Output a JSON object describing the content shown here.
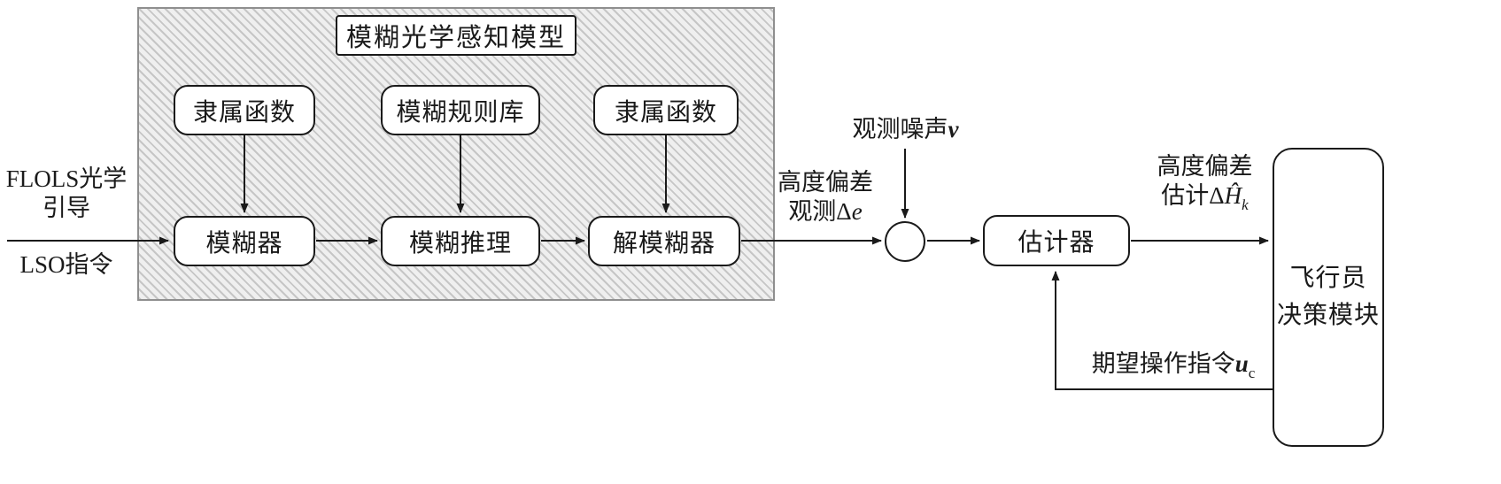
{
  "colors": {
    "line": "#1a1a1a",
    "box_fill": "#ffffff",
    "hatch_dark": "#c6c6c6",
    "hatch_light": "#efefef"
  },
  "model": {
    "title": "模糊光学感知模型",
    "boxes": {
      "membership_left": "隶属函数",
      "rule_base": "模糊规则库",
      "membership_right": "隶属函数",
      "fuzzifier": "模糊器",
      "inference": "模糊推理",
      "defuzzifier": "解模糊器"
    }
  },
  "blocks": {
    "estimator": "估计器",
    "pilot_line1": "飞行员",
    "pilot_line2": "决策模块"
  },
  "labels": {
    "input": {
      "line1": "FLOLS光学",
      "line2": "引导",
      "line3": "LSO指令"
    },
    "observation": {
      "line1": "高度偏差",
      "line2_text": "观测Δ",
      "line2_var": "e"
    },
    "noise": {
      "text": "观测噪声",
      "var": "v"
    },
    "estimate": {
      "line1": "高度偏差",
      "line2_text": "估计Δ",
      "line2_var": "Ĥ",
      "sub": "k"
    },
    "feedback": {
      "text": "期望操作指令",
      "var": "u",
      "sub": "c"
    }
  }
}
